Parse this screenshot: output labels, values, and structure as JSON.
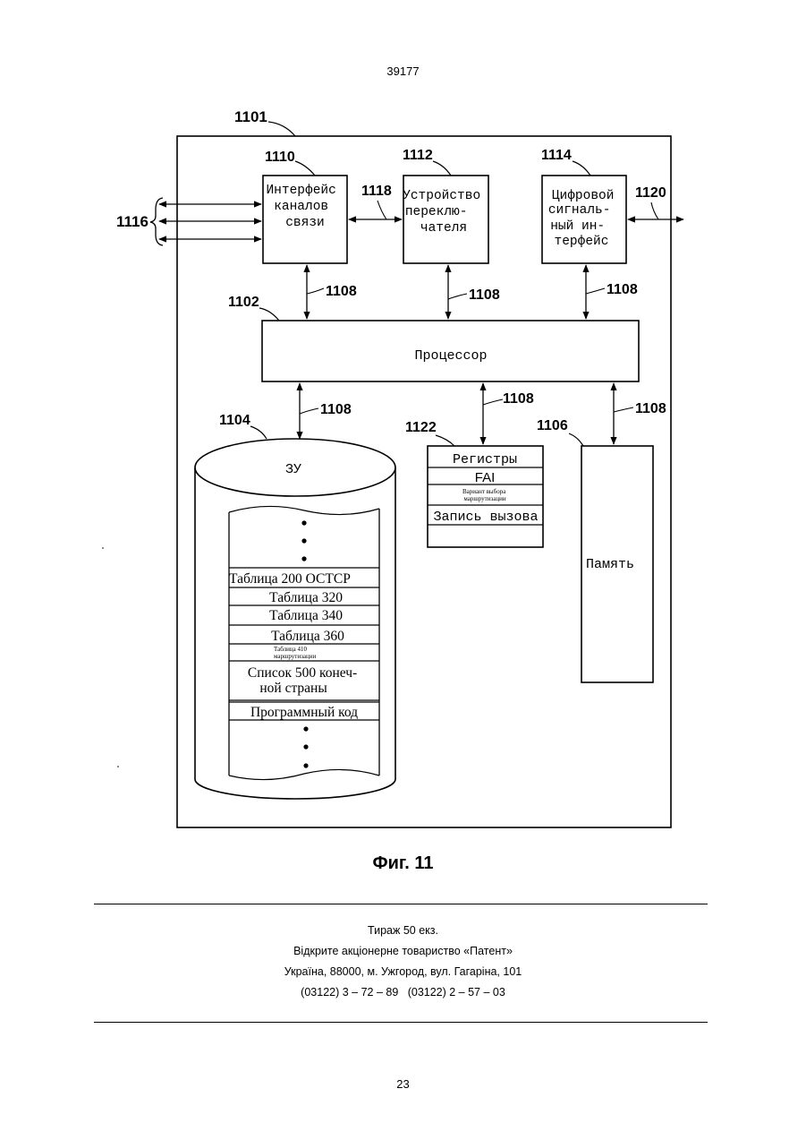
{
  "page": {
    "number_top": "39177",
    "number_bottom": "23",
    "figure_caption": "Фиг. 11"
  },
  "diagram": {
    "system_ref": "1101",
    "channel_interface": {
      "ref": "1110",
      "lines": [
        "Интерфейс",
        "каналов",
        "связи"
      ]
    },
    "switch_device": {
      "ref": "1112",
      "lines": [
        "Устройство",
        "переклю-",
        "чателя"
      ]
    },
    "digital_interface": {
      "ref": "1114",
      "lines": [
        "Цифровой",
        "сигналь-",
        "ный ин-",
        "терфейс"
      ]
    },
    "channels_ref": "1116",
    "link_switch_ref": "1118",
    "digital_out_ref": "1120",
    "bus_ref": "1108",
    "processor": {
      "ref": "1102",
      "label": "Процессор"
    },
    "storage": {
      "ref": "1104",
      "label": "ЗУ",
      "rows": [
        "Таблица 200 ОСТСР",
        "Таблица 320",
        "Таблица 340",
        "Таблица 360",
        "Таблица 410",
        "маршрутизации",
        "Список 500 конеч-",
        "ной страны",
        "Программный код"
      ]
    },
    "registers": {
      "ref": "1122",
      "title": "Регистры",
      "rows": [
        "FAI",
        "Вариант выбора",
        "маршрутизации",
        "Запись вызова"
      ]
    },
    "memory": {
      "ref": "1106",
      "label": "Память"
    }
  },
  "imprint": {
    "line1": "Тираж 50 екз.",
    "line2": "Відкрите акціонерне товариство «Патент»",
    "line3": "Україна, 88000, м. Ужгород, вул. Гагаріна, 101",
    "line4": "(03122) 3 – 72 – 89   (03122) 2 – 57 – 03"
  }
}
